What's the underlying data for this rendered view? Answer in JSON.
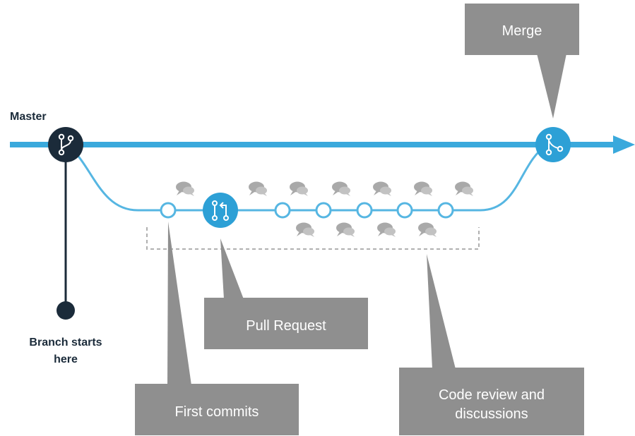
{
  "labels": {
    "master": "Master",
    "branch_line1": "Branch starts",
    "branch_line2": "here"
  },
  "callouts": {
    "merge": "Merge",
    "pull_request": "Pull Request",
    "first_commits": "First commits",
    "code_review_line1": "Code review and",
    "code_review_line2": "discussions"
  },
  "colors": {
    "master_line": "#3aa9dc",
    "branch_line": "#56b6e2",
    "dark_node": "#1b2b3a",
    "accent_node": "#2da0d6",
    "callout_bg": "#8f8f8f",
    "bubble": "#a9a9a9",
    "bracket": "#b0b0b0"
  },
  "icons": {
    "branch_node": "git-branch-icon",
    "pull_request_node": "pull-request-icon",
    "merge_node": "merge-icon",
    "comment": "comment-bubble-icon"
  }
}
